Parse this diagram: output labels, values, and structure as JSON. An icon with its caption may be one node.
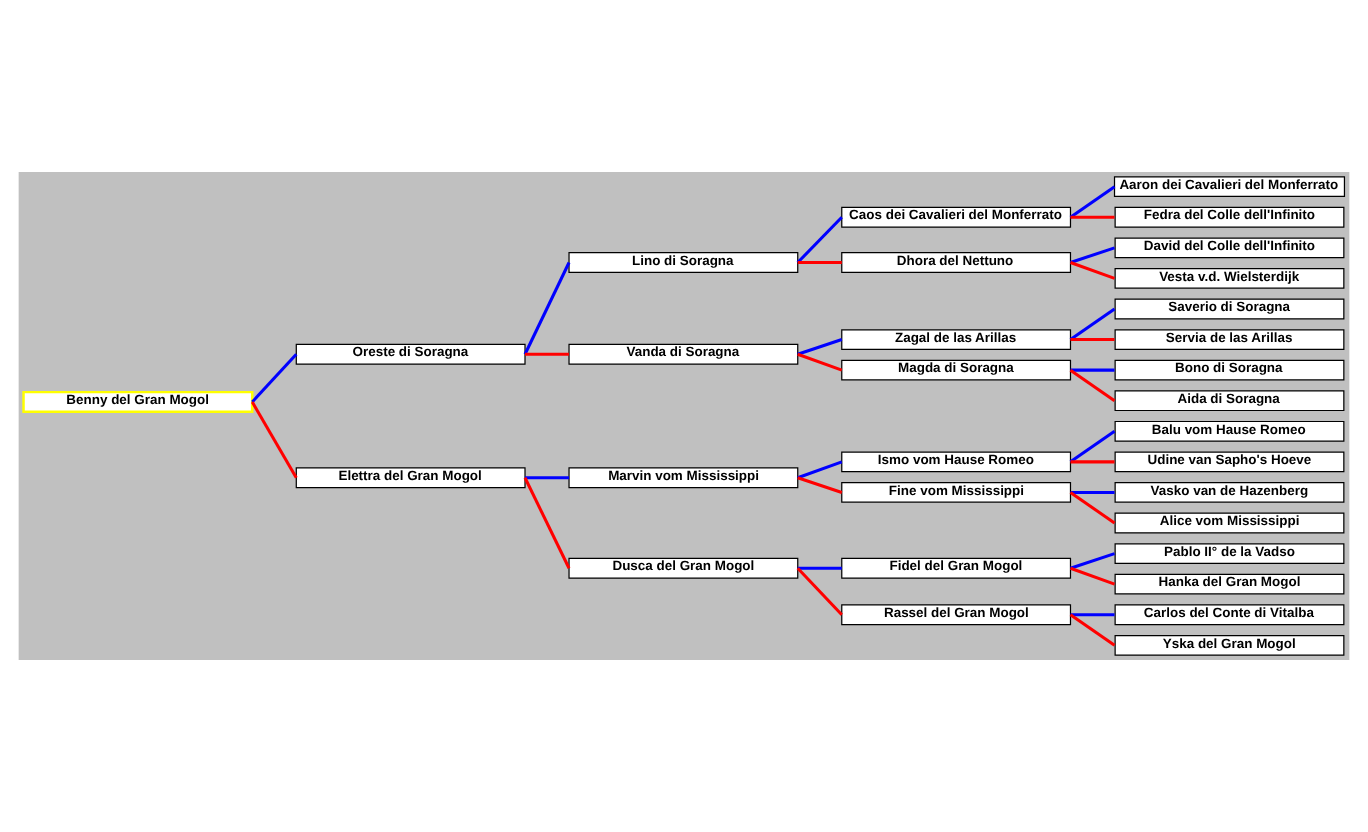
{
  "diagram": {
    "nodes": [
      {
        "text": [
          "Aaron dei Cavalieri del Monferrato"
        ]
      },
      {
        "text": [
          "Caos dei Cavalieri del Monferrato"
        ]
      },
      {
        "text": [
          "Fedra del Colle dell'Infinito"
        ]
      },
      {
        "text": [
          "Lino di Soragna"
        ]
      },
      {
        "text": [
          "David del Colle dell'Infinito"
        ]
      },
      {
        "text": [
          "Dhora del Nettuno"
        ]
      },
      {
        "text": [
          "Vesta v.d. Wielsterdijk"
        ]
      },
      {
        "text": [
          "Oreste di Soragna"
        ]
      },
      {
        "text": [
          "Saverio di Soragna"
        ]
      },
      {
        "text": [
          "Zagal de las Arillas"
        ]
      },
      {
        "text": [
          "Servia de las Arillas"
        ]
      },
      {
        "text": [
          "Vanda di Soragna"
        ]
      },
      {
        "text": [
          "Bono di Soragna"
        ]
      },
      {
        "text": [
          "Magda di Soragna"
        ]
      },
      {
        "text": [
          "Aida di Soragna"
        ]
      },
      {
        "text": [
          "Benny del Gran Mogol"
        ]
      },
      {
        "text": [
          "Balu vom Hause Romeo"
        ]
      },
      {
        "text": [
          "Ismo vom Hause Romeo"
        ]
      },
      {
        "text": [
          "Udine van Sapho's Hoeve"
        ]
      },
      {
        "text": [
          "Marvin vom Mississippi"
        ]
      },
      {
        "text": [
          "Vasko van de Hazenberg"
        ]
      },
      {
        "text": [
          "Fine vom Mississippi"
        ]
      },
      {
        "text": [
          "Alice vom Mississippi"
        ]
      },
      {
        "text": [
          "Elettra del Gran Mogol"
        ]
      },
      {
        "text": [
          "Pablo II° de la Vadso"
        ]
      },
      {
        "text": [
          "Fidel del Gran Mogol"
        ]
      },
      {
        "text": [
          "Hanka del Gran Mogol"
        ]
      },
      {
        "text": [
          "Dusca del Gran Mogol"
        ]
      },
      {
        "text": [
          "Carlos del Conte di Vitalba"
        ]
      },
      {
        "text": [
          "Rassel del Gran Mogol"
        ]
      },
      {
        "text": [
          "Yska del Gran Mogol"
        ]
      }
    ],
    "edges": [
      {
        "from": 15,
        "to": 7,
        "arrow": "none",
        "color": "#0000ff"
      },
      {
        "from": 15,
        "to": 23,
        "arrow": "none",
        "color": "#ff0000"
      },
      {
        "from": 7,
        "to": 3,
        "arrow": "none",
        "color": "#0000ff"
      },
      {
        "from": 7,
        "to": 11,
        "arrow": "none",
        "color": "#ff0000"
      },
      {
        "from": 23,
        "to": 19,
        "arrow": "none",
        "color": "#0000ff"
      },
      {
        "from": 23,
        "to": 27,
        "arrow": "none",
        "color": "#ff0000"
      },
      {
        "from": 3,
        "to": 1,
        "arrow": "none",
        "color": "#0000ff"
      },
      {
        "from": 3,
        "to": 5,
        "arrow": "none",
        "color": "#ff0000"
      },
      {
        "from": 11,
        "to": 9,
        "arrow": "none",
        "color": "#0000ff"
      },
      {
        "from": 11,
        "to": 13,
        "arrow": "none",
        "color": "#ff0000"
      },
      {
        "from": 19,
        "to": 17,
        "arrow": "none",
        "color": "#0000ff"
      },
      {
        "from": 19,
        "to": 21,
        "arrow": "none",
        "color": "#ff0000"
      },
      {
        "from": 27,
        "to": 25,
        "arrow": "none",
        "color": "#0000ff"
      },
      {
        "from": 27,
        "to": 29,
        "arrow": "none",
        "color": "#ff0000"
      },
      {
        "from": 1,
        "to": 0,
        "arrow": "none",
        "color": "#0000ff"
      },
      {
        "from": 1,
        "to": 2,
        "arrow": "none",
        "color": "#ff0000"
      },
      {
        "from": 5,
        "to": 4,
        "arrow": "none",
        "color": "#0000ff"
      },
      {
        "from": 5,
        "to": 6,
        "arrow": "none",
        "color": "#ff0000"
      },
      {
        "from": 9,
        "to": 8,
        "arrow": "none",
        "color": "#0000ff"
      },
      {
        "from": 9,
        "to": 10,
        "arrow": "none",
        "color": "#ff0000"
      },
      {
        "from": 13,
        "to": 12,
        "arrow": "none",
        "color": "#0000ff"
      },
      {
        "from": 13,
        "to": 14,
        "arrow": "none",
        "color": "#ff0000"
      },
      {
        "from": 17,
        "to": 16,
        "arrow": "none",
        "color": "#0000ff"
      },
      {
        "from": 17,
        "to": 18,
        "arrow": "none",
        "color": "#ff0000"
      },
      {
        "from": 21,
        "to": 20,
        "arrow": "none",
        "color": "#0000ff"
      },
      {
        "from": 21,
        "to": 22,
        "arrow": "none",
        "color": "#ff0000"
      },
      {
        "from": 25,
        "to": 24,
        "arrow": "none",
        "color": "#0000ff"
      },
      {
        "from": 25,
        "to": 26,
        "arrow": "none",
        "color": "#ff0000"
      },
      {
        "from": 29,
        "to": 28,
        "arrow": "none",
        "color": "#0000ff"
      },
      {
        "from": 29,
        "to": 30,
        "arrow": "none",
        "color": "#ff0000"
      }
    ]
  }
}
